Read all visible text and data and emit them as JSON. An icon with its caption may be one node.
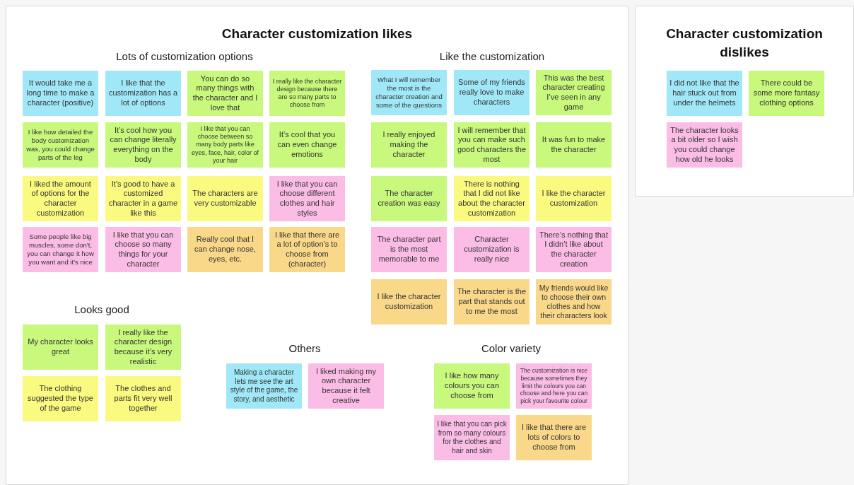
{
  "diagram": {
    "nodes": [
      {
        "text": [
          "Character customization likes"
        ]
      },
      {
        "text": [
          "It would take me a long time to make a character (positive)"
        ],
        "in": 0
      },
      {
        "text": [
          "I like that the customization has a lot of options"
        ],
        "in": 0
      },
      {
        "text": [
          "You can do so many things with the character and I love that"
        ],
        "in": 0
      },
      {
        "text": [
          "I really like the character design because there are so many parts to choose from"
        ],
        "in": 0
      },
      {
        "text": [
          "I like how detailed the body customization was, you could change parts of the leg"
        ],
        "in": 0
      },
      {
        "text": [
          "It’s cool how you can change literally everything on the body"
        ],
        "in": 0
      },
      {
        "text": [
          "I like that you can choose between so many body parts like eyes, face, hair, color of your hair"
        ],
        "in": 0
      },
      {
        "text": [
          "It’s cool that you can even change emotions"
        ],
        "in": 0
      },
      {
        "text": [
          "I liked the amount of options for the character customization"
        ],
        "in": 0
      },
      {
        "text": [
          "It’s good to have a customized character in a game like this"
        ],
        "in": 0
      },
      {
        "text": [
          "The characters are very customizable"
        ],
        "in": 0
      },
      {
        "text": [
          "I like that you can choose different clothes and hair styles"
        ],
        "in": 0
      },
      {
        "text": [
          "Some people like big muscles, some don’t, you can change it how you want and it’s nice"
        ],
        "in": 0
      },
      {
        "text": [
          "I like that you can choose so many things for your character"
        ],
        "in": 0
      },
      {
        "text": [
          "Really cool that I can change nose, eyes, etc."
        ],
        "in": 0
      },
      {
        "text": [
          "I like that there are a lot of option’s to choose from (character)"
        ],
        "in": 0
      },
      {
        "text": [
          "What I will remember the most is the character creation and some of the questions"
        ],
        "in": 0
      },
      {
        "text": [
          "Some of my friends really love to make characters"
        ],
        "in": 0
      },
      {
        "text": [
          "This was the best character creating I’ve seen in any game"
        ],
        "in": 0
      },
      {
        "text": [
          "I really enjoyed making the character"
        ],
        "in": 0
      },
      {
        "text": [
          "I will remember that you can make such good characters the most"
        ],
        "in": 0
      },
      {
        "text": [
          "It was fun to make the character"
        ],
        "in": 0
      },
      {
        "text": [
          "The character creation was easy"
        ],
        "in": 0
      },
      {
        "text": [
          "There is nothing that I did not like about the character customization"
        ],
        "in": 0
      },
      {
        "text": [
          "I like the character customization"
        ],
        "in": 0
      },
      {
        "text": [
          "The character part is the most memorable to me"
        ],
        "in": 0
      },
      {
        "text": [
          "Character customization is really nice"
        ],
        "in": 0
      },
      {
        "text": [
          "There’s nothing that I didn’t like about the character creation"
        ],
        "in": 0
      },
      {
        "text": [
          "I like the character customization"
        ],
        "in": 0
      },
      {
        "text": [
          "The character is the part that stands out to me the most"
        ],
        "in": 0
      },
      {
        "text": [
          "My friends would like to choose their own clothes and how their characters look"
        ],
        "in": 0
      },
      {
        "text": [
          "My character looks great"
        ],
        "in": 0
      },
      {
        "text": [
          "I really like the character design because it’s very realistic"
        ],
        "in": 0
      },
      {
        "text": [
          "The clothing suggested the type of the game"
        ],
        "in": 0
      },
      {
        "text": [
          "The clothes and parts fit very well together"
        ],
        "in": 0
      },
      {
        "text": [
          "Making a character lets me see the art style of the game, the story, and aesthetic"
        ],
        "in": 0
      },
      {
        "text": [
          "I liked making my own character because it felt creative"
        ],
        "in": 0
      },
      {
        "text": [
          "I like how many colours you can choose from"
        ],
        "in": 0
      },
      {
        "text": [
          "The customization is nice because sometimes they limit the colours you can choose and here you can pick your favourite colour"
        ],
        "in": 0
      },
      {
        "text": [
          "I like that you can pick from so many colours for the clothes and hair and skin"
        ],
        "in": 0
      },
      {
        "text": [
          "I like that there are lots of colors to choose from"
        ],
        "in": 0
      },
      {
        "text": [
          "Character customization dislikes"
        ]
      },
      {
        "text": [
          "I did not like that the hair stuck out from under the helmets"
        ],
        "in": 42
      },
      {
        "text": [
          "There could be some more fantasy clothing options"
        ],
        "in": 42
      },
      {
        "text": [
          "The character looks a bit older so I wish you could change how old he looks"
        ],
        "in": 42
      }
    ],
    "edges": [],
    "labels": [
      "Lots of customization options",
      "Like the customization",
      "Looks good",
      "Others",
      "Color variety"
    ]
  }
}
